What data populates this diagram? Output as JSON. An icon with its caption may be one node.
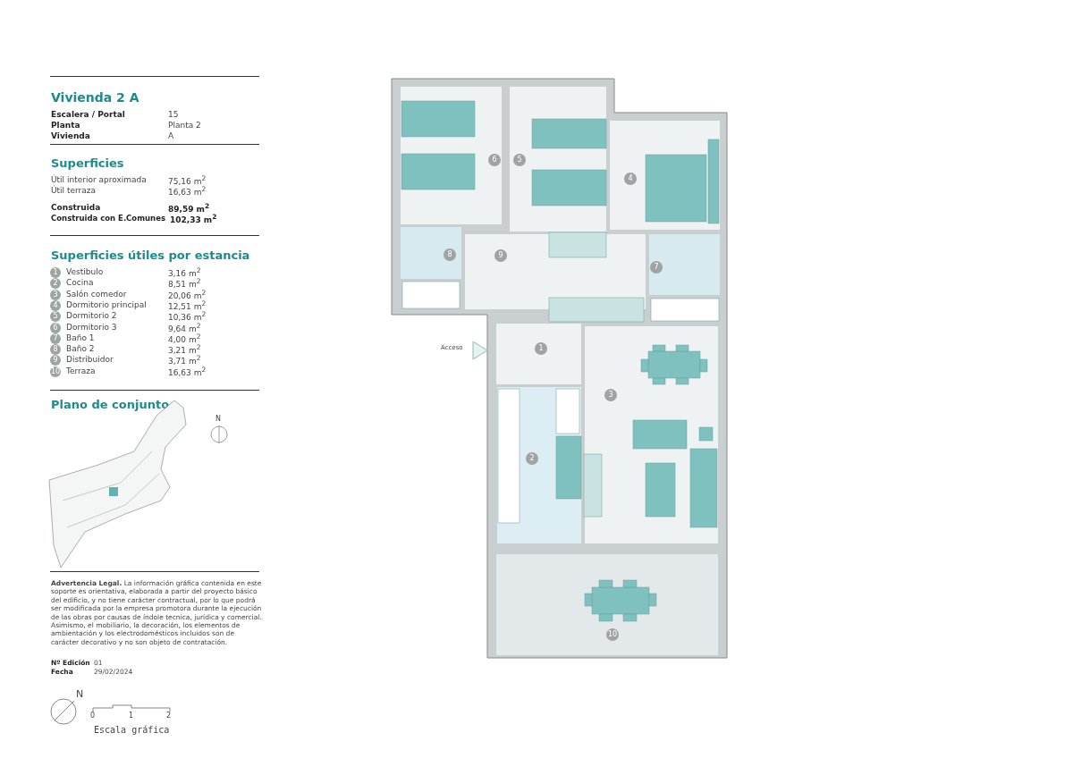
{
  "diagram": {
    "title": "Vivienda 2 A",
    "nodes": [
      {
        "text": [
          "6"
        ]
      },
      {
        "text": [
          "5"
        ]
      },
      {
        "text": [
          "4"
        ]
      },
      {
        "text": [
          "8"
        ]
      },
      {
        "text": [
          "9"
        ]
      },
      {
        "text": [
          "7"
        ]
      },
      {
        "text": [
          "1"
        ]
      },
      {
        "text": [
          "3"
        ]
      },
      {
        "text": [
          "2"
        ]
      },
      {
        "text": [
          "10"
        ]
      }
    ],
    "labels": [
      "Escalera / Portal",
      "15",
      "Planta",
      "Planta 2",
      "Vivienda",
      "A",
      "Superficies",
      "Útil interior aproximada",
      "75,16 m$^{2}$",
      "Útil terraza",
      "16,63 m$^{2}$",
      "Construida",
      "89,59 m$^{2}$",
      "Construida con E.Comunes",
      "102,33 m$^{2}$",
      "Superficies útiles por estancia",
      "1",
      "Vestibulo",
      "3,16 m$^{2}$",
      "2",
      "Cocina",
      "8,51 m$^{2}$",
      "3",
      "Salón comedor",
      "20,06 m$^{2}$",
      "4",
      "Dormitorio principal",
      "12,51 m$^{2}$",
      "5",
      "Dormitorio 2",
      "10,36 m$^{2}$",
      "6",
      "Dormitorio 3",
      "9,64 m$^{2}$",
      "7",
      "Baño 1",
      "4,00 m$^{2}$",
      "8",
      "Baño 2",
      "3,21 m$^{2}$",
      "9",
      "Distribuidor",
      "3,71 m$^{2}$",
      "10",
      "Terraza",
      "16,63 m$^{2}$",
      "Plano de conjunto",
      "N",
      "**Advertencia Legal.** La información gráfica contenida en este soporte es orientativa, elaborada a partir del proyecto básico del edificio, y no tiene carácter contractual, por lo que podrá ser modificada por la empresa promotora durante la ejecución de las obras por causas de índole tecnica, jurídica y comercial. Asimismo, el mobiliario, la decoración, los elementos de ambientación y los electrodomésticos incluidos son de carácter decorativo y no son objeto de contratación.",
      "Nº Edición",
      "01",
      "Fecha",
      "29/02/2024",
      "N",
      "0",
      "1",
      "2",
      "Escala gráfica",
      "Acceso"
    ]
  }
}
